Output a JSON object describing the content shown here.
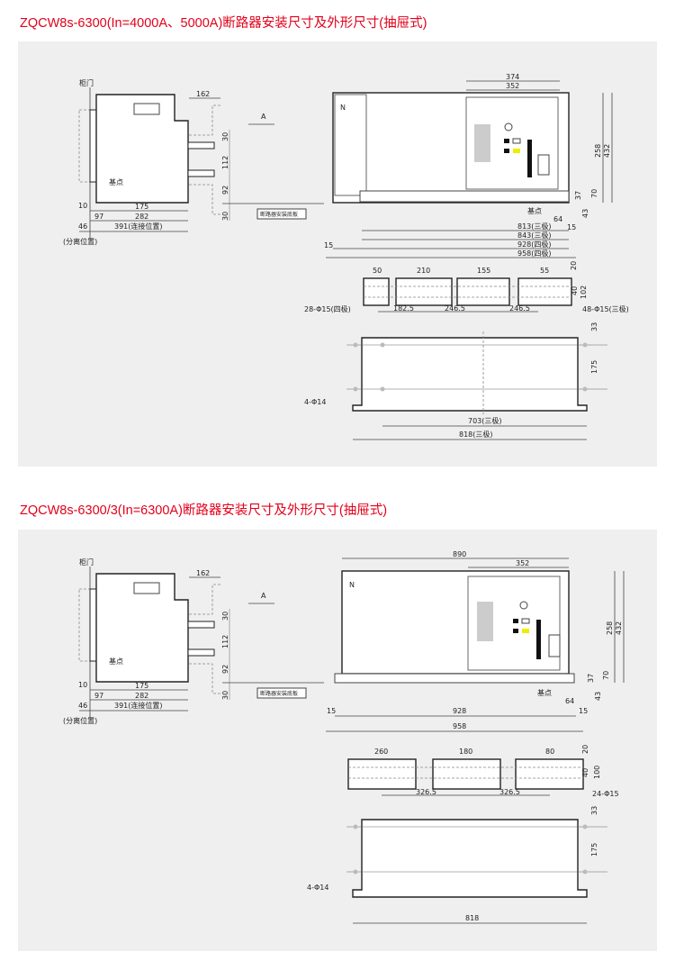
{
  "section1": {
    "title": "ZQCW8s-6300(In=4000A、5000A)断路器安装尺寸及外形尺寸(抽屉式)",
    "side": {
      "door": "柜门",
      "d162": "162",
      "arrow_a": "A",
      "d30a": "30",
      "d112": "112",
      "d92": "92",
      "d30b": "30",
      "base_point": "基点",
      "d10": "10",
      "d175": "175",
      "d97": "97",
      "d282": "282",
      "d391": "391(连接位置)",
      "d46": "46",
      "separated": "(分离位置)",
      "plate": "断路器安装底板"
    },
    "front": {
      "n": "N",
      "d374": "374",
      "d352": "352",
      "d258": "258",
      "d432": "432",
      "d37": "37",
      "d70": "70",
      "d43": "43",
      "base_point": "基点",
      "d64": "64",
      "d15r": "15",
      "d813": "813(三极)",
      "d843": "843(三极)",
      "d928": "928(四极)",
      "d958": "958(四极)",
      "d15l": "15"
    },
    "busbar": {
      "d50": "50",
      "d210": "210",
      "d155": "155",
      "d55": "55",
      "d20": "20",
      "d40": "40",
      "d102": "102",
      "holes4": "28-Φ15(四极)",
      "d182": "182.5",
      "d246a": "246.5",
      "d246b": "246.5",
      "holes3": "48-Φ15(三极)"
    },
    "bottom": {
      "d33": "33",
      "d175": "175",
      "holes": "4-Φ14",
      "d703": "703(三极)",
      "d818": "818(三极)"
    }
  },
  "section2": {
    "title": "ZQCW8s-6300/3(In=6300A)断路器安装尺寸及外形尺寸(抽屉式)",
    "side": {
      "door": "柜门",
      "d162": "162",
      "arrow_a": "A",
      "d30a": "30",
      "d112": "112",
      "d92": "92",
      "d30b": "30",
      "base_point": "基点",
      "d10": "10",
      "d175": "175",
      "d97": "97",
      "d282": "282",
      "d391": "391(连接位置)",
      "d46": "46",
      "separated": "(分离位置)",
      "plate": "断路器安装底板"
    },
    "front": {
      "n": "N",
      "d890": "890",
      "d352": "352",
      "d258": "258",
      "d432": "432",
      "d37": "37",
      "d70": "70",
      "d43": "43",
      "base_point": "基点",
      "d64": "64",
      "d15r": "15",
      "d928": "928",
      "d958": "958",
      "d15l": "15"
    },
    "busbar": {
      "d260": "260",
      "d180": "180",
      "d80": "80",
      "d20": "20",
      "d40": "40",
      "d100": "100",
      "d326a": "326.5",
      "d326b": "326.5",
      "holes": "24-Φ15"
    },
    "bottom": {
      "d33": "33",
      "d175": "175",
      "holes": "4-Φ14",
      "d818": "818"
    }
  }
}
